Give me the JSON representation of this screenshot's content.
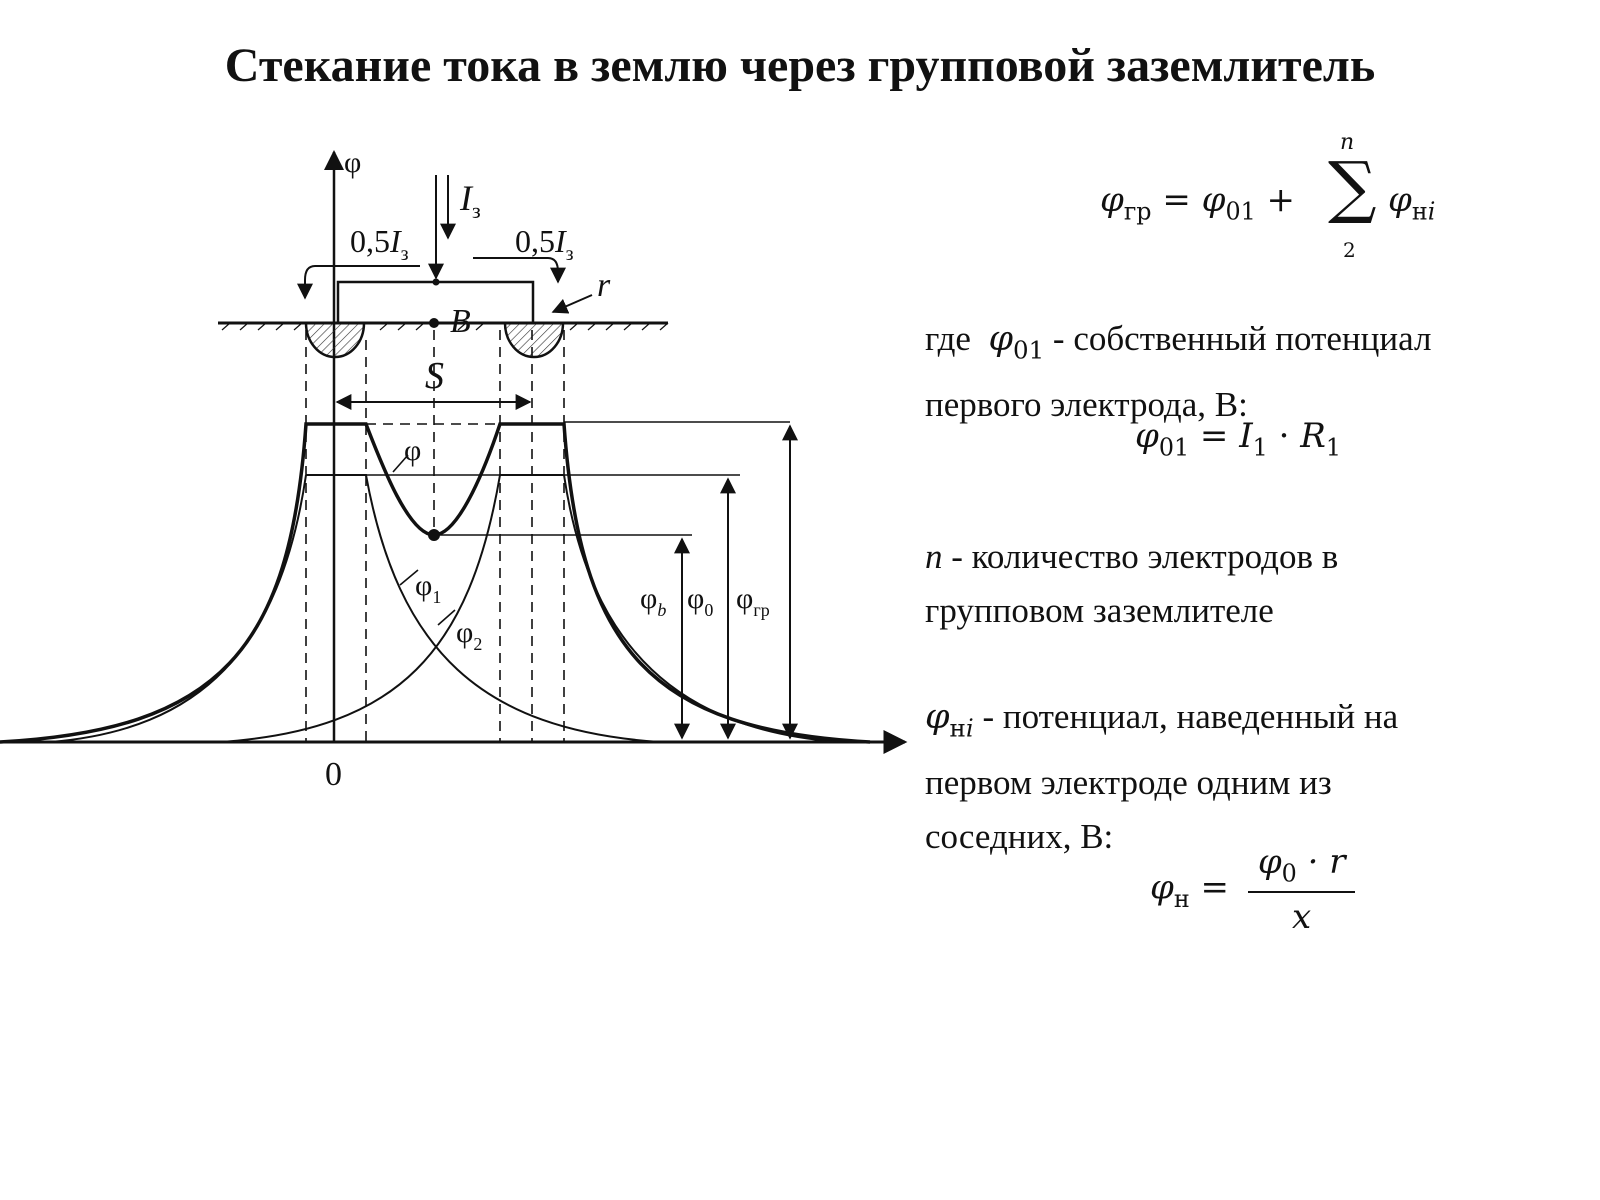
{
  "title": "Стекание тока в землю через групповой заземлитель",
  "formula_group": {
    "lhs_symbol": "φ",
    "lhs_sub": "гр",
    "eq_term_symbol": "φ",
    "eq_term_sub": "01",
    "plus": "+",
    "sum_upper": "n",
    "sum_lower": "2",
    "sum_term_symbol": "φ",
    "sum_term_sub_upright": "н",
    "sum_term_sub_italic": "i"
  },
  "where_text": {
    "prefix": "где",
    "symbol": "φ",
    "symbol_sub": "01",
    "line1_rest": " - собственный потенциал",
    "line2": "первого электрода, В:"
  },
  "formula_01": {
    "lhs_symbol": "φ",
    "lhs_sub": "01",
    "equals": "=",
    "i_symbol": "I",
    "i_sub": "1",
    "dot": "·",
    "r_symbol": "R",
    "r_sub": "1"
  },
  "n_text": {
    "symbol": "n",
    "line1_rest": " - количество электродов в",
    "line2": "групповом заземлителе"
  },
  "phi_ni_text": {
    "symbol": "φ",
    "sub_upright": "н",
    "sub_italic": "i",
    "line1_rest": " - потенциал, наведенный на",
    "line2": "первом электроде одним из",
    "line3": "соседних, В:"
  },
  "formula_n": {
    "lhs_symbol": "φ",
    "lhs_sub": "н",
    "equals": "=",
    "num_symbol": "φ",
    "num_sub": "0",
    "num_rest": " · r",
    "den": "x"
  },
  "diagram": {
    "axis_phi": "φ",
    "current_I": "I",
    "current_sub": "з",
    "half_current_left": "0,5",
    "half_current_right": "0,5",
    "label_r": "r",
    "label_B": "B",
    "label_S": "S",
    "label_phi_mid": "φ",
    "label_phi1": "φ",
    "label_phi1_sub": "1",
    "label_phi2": "φ",
    "label_phi2_sub": "2",
    "label_phib": "φ",
    "label_phib_sub": "b",
    "label_phi0": "φ",
    "label_phi0_sub": "0",
    "label_phigr": "φ",
    "label_phigr_sub": "гр",
    "origin": "0"
  }
}
